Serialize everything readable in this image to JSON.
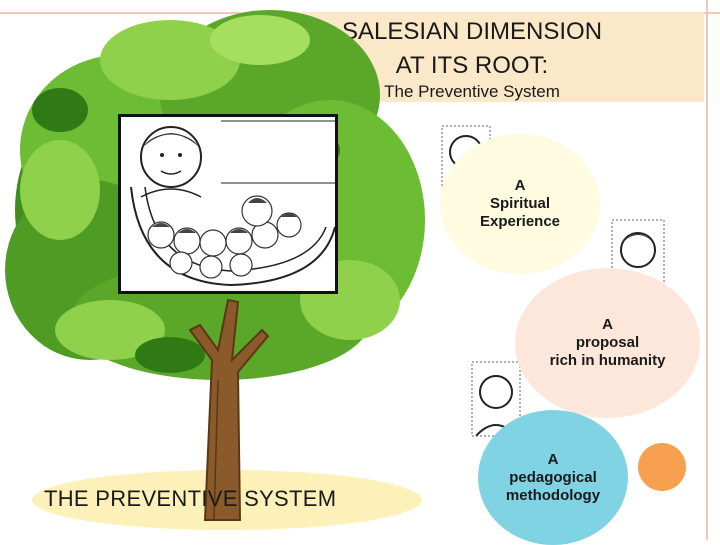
{
  "title": {
    "line1": "SALESIAN DIMENSION",
    "line2": "AT ITS ROOT:",
    "line3": "The Preventive System"
  },
  "circles": [
    {
      "line1": "A",
      "line2": "Spiritual",
      "line3": "Experience"
    },
    {
      "line1": "A",
      "line2": "proposal",
      "line3": "rich in humanity"
    },
    {
      "line1": "A",
      "line2": "pedagogical",
      "line3": "methodology"
    }
  ],
  "bottom_label": "THE PREVENTIVE SYSTEM",
  "colors": {
    "title_bg": "#fbe8c8",
    "circle_spiritual": "#fefbe0",
    "circle_humanity": "#fde6da",
    "circle_methodology": "#7fd3e3",
    "circle_accent": "#f7a04f",
    "bottom_label_bg": "#fdf0b8",
    "frame": "#f4c6b8",
    "foliage": "#5aa72a"
  }
}
